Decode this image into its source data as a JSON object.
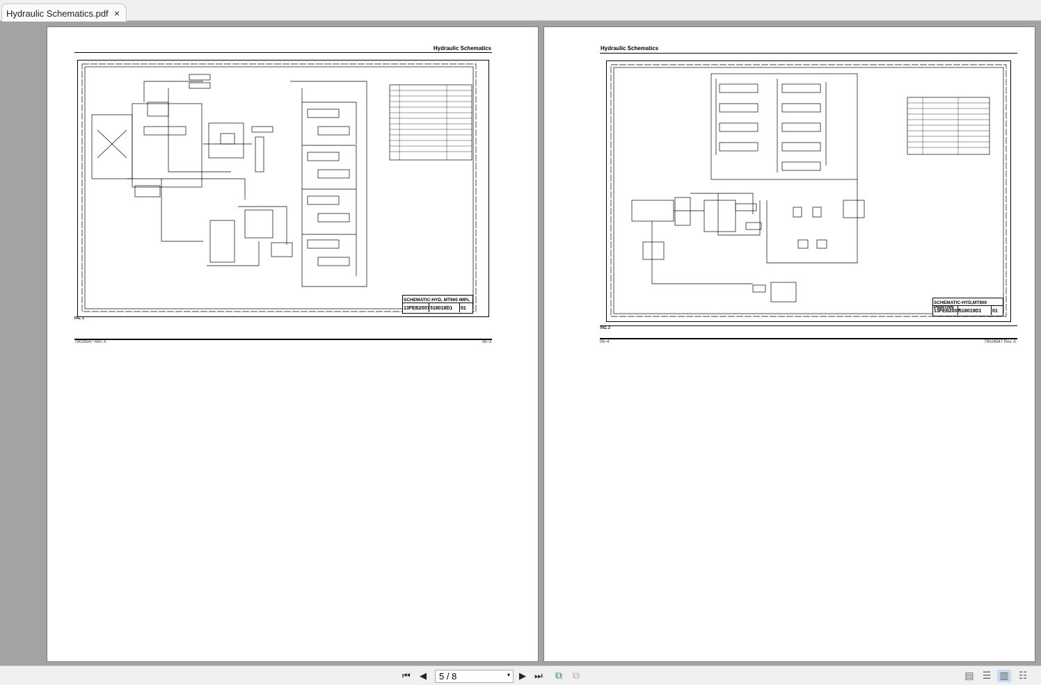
{
  "tab": {
    "title": "Hydraulic Schematics.pdf",
    "close": "×"
  },
  "pages": [
    {
      "header": "Hydraulic Schematics",
      "title_block": {
        "title": "SCHEMATIC-HYD, MT900 IMPL",
        "date": "13FEB2007",
        "drawing_no": "518018D1",
        "rev": "01"
      },
      "fig": "FIG. 1",
      "footer_left": "79026547 Rev. A",
      "footer_right": "06–3"
    },
    {
      "header": "Hydraulic Schematics",
      "title_block": {
        "title": "SCHEMATIC-HYD,MT900 PWRTRN",
        "date": "13FEB2007",
        "drawing_no": "518019D1",
        "rev": "01"
      },
      "fig": "FIG. 2",
      "footer_left": "06–4",
      "footer_right": "79026547 Rev. A"
    }
  ],
  "toolbar": {
    "first": "⏮",
    "prev": "◀",
    "page": "5 / 8",
    "dropdown": "▾",
    "next": "▶",
    "last": "⏭"
  }
}
